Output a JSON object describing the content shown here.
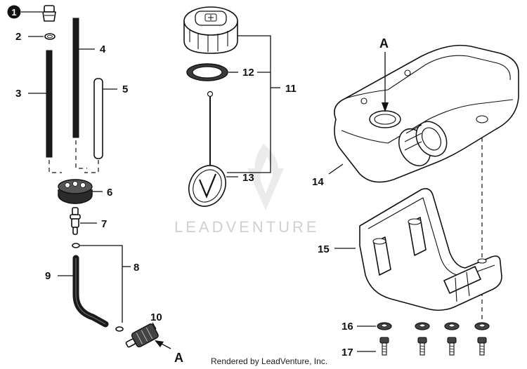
{
  "callouts": {
    "n1": "1",
    "n2": "2",
    "n3": "3",
    "n4": "4",
    "n5": "5",
    "n6": "6",
    "n7": "7",
    "n8": "8",
    "n9": "9",
    "n10": "10",
    "n11": "11",
    "n12": "12",
    "n13": "13",
    "n14": "14",
    "n15": "15",
    "n16": "16",
    "n17": "17"
  },
  "reference": {
    "top_letter": "A",
    "bottom_letter": "A"
  },
  "watermark": {
    "text": "LEADVENTURE"
  },
  "credit": {
    "text": "Rendered by LeadVenture, Inc."
  },
  "icons": {
    "badge": "filled-circle-badge",
    "watermark_logo": "leadventure-flame-logo"
  },
  "colors": {
    "line": "#111111",
    "watermark": "#d0d0d0",
    "background": "#ffffff"
  }
}
